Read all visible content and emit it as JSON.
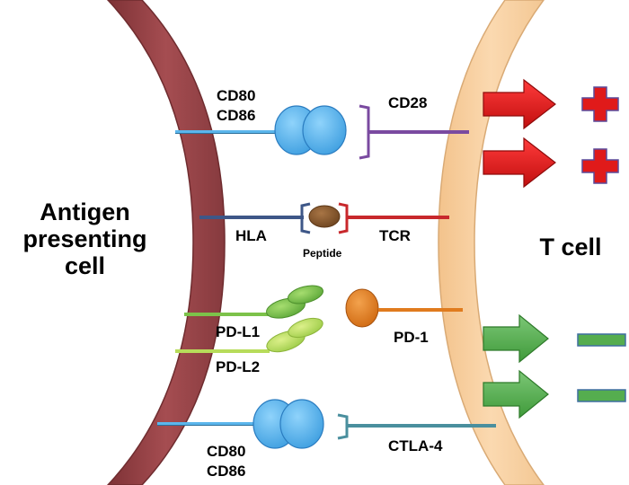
{
  "apc_label": [
    "Antigen",
    "presenting",
    "cell"
  ],
  "tcell_label": "T cell",
  "pairs": {
    "costim": {
      "ligand_lines": [
        "CD80",
        "CD86"
      ],
      "receptor": "CD28"
    },
    "antigen": {
      "ligand": "HLA",
      "peptide": "Peptide",
      "receptor": "TCR"
    },
    "pd": {
      "ligand1": "PD-L1",
      "ligand2": "PD-L2",
      "receptor": "PD-1"
    },
    "ctla": {
      "ligand_lines": [
        "CD80",
        "CD86"
      ],
      "receptor": "CTLA-4"
    }
  },
  "signals": [
    {
      "arrow": "red",
      "outcome": "plus"
    },
    {
      "arrow": "red",
      "outcome": "plus"
    },
    {
      "arrow": "green",
      "outcome": "minus"
    },
    {
      "arrow": "green",
      "outcome": "minus"
    }
  ],
  "colors": {
    "apc_membrane": "#a0484c",
    "tcell_membrane": "#f7cf9e",
    "cd80_cd86": "#5bb6ec",
    "cd28": "#7a4aa0",
    "hla": "#3e5788",
    "peptide": "#8a5a2b",
    "tcr": "#c8282c",
    "pd_l1": "#7cc24a",
    "pd_l2": "#b7dc5a",
    "pd_1": "#e07b1e",
    "ctla_4": "#4a8f9e",
    "stimulatory": "#e01a1a",
    "inhibitory": "#55ad4f"
  }
}
